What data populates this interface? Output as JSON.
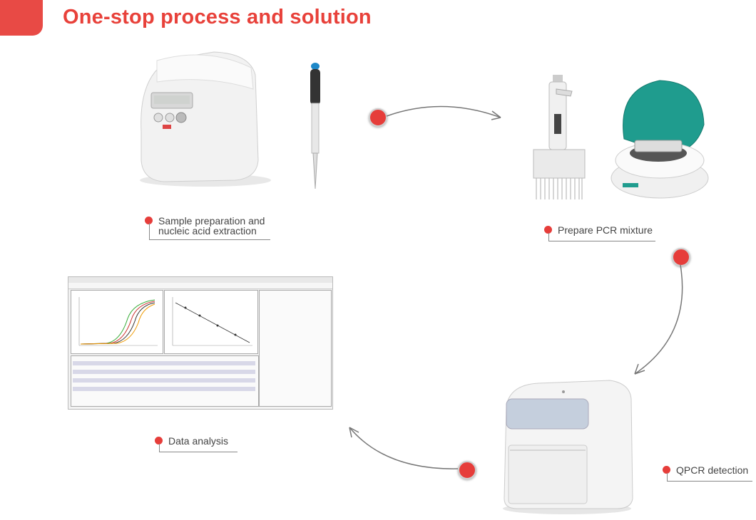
{
  "header": {
    "title": "One-stop process and solution"
  },
  "steps": {
    "sample": {
      "line1": "Sample preparation and",
      "line2": "nucleic acid extraction"
    },
    "prepare": {
      "label": "Prepare PCR mixture"
    },
    "qpcr": {
      "label": "QPCR detection"
    },
    "analysis": {
      "label": "Data analysis"
    }
  },
  "colors": {
    "accent": "#e8413a",
    "arrow": "#777777",
    "centrifuge_lid": "#1f9c8e"
  },
  "icons": [
    "centrifuge-icon",
    "single-pipette-icon",
    "multichannel-pipette-icon",
    "mini-centrifuge-icon",
    "qpcr-instrument-icon",
    "software-screenshot"
  ]
}
